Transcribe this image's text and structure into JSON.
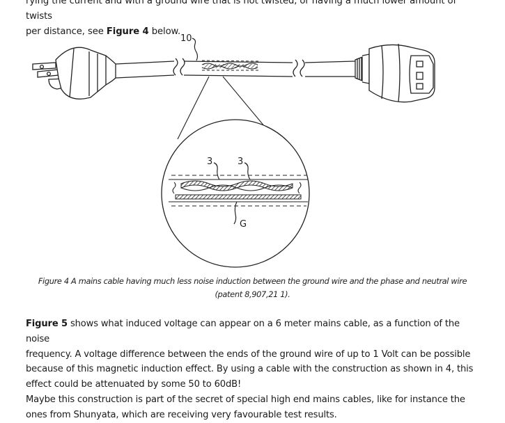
{
  "intro": {
    "line1": "rying the current and with a ground wire that is not twisted, or having a much lower amount of twists",
    "line2_prefix": "per distance, see ",
    "line2_ref": "Figure 4",
    "line2_suffix": " below."
  },
  "figure": {
    "label_cable": "10",
    "label_wire_a": "3",
    "label_wire_b": "3",
    "label_ground": "G"
  },
  "caption": {
    "line1": "Figure 4 A mains cable having much less noise induction between the ground wire and the phase and neutral wire",
    "line2": "(patent 8,907,21 1)."
  },
  "body": {
    "p1_ref": "Figure 5",
    "p1_line1": " shows what induced voltage can appear on a 6 meter mains cable, as a function of the noise",
    "p1_line2": "frequency. A voltage difference between the ends of the ground wire of up to 1 Volt can be possible",
    "p1_line3": "because of this magnetic induction effect. By using a cable with the construction as shown in 4, this",
    "p1_line4": "effect could be attenuated by some 50 to 60dB!",
    "p2_line1": "Maybe this construction is part of the secret of special high end mains cables, like for instance the",
    "p2_line2": "ones from Shunyata, which are receiving very favourable test results."
  }
}
